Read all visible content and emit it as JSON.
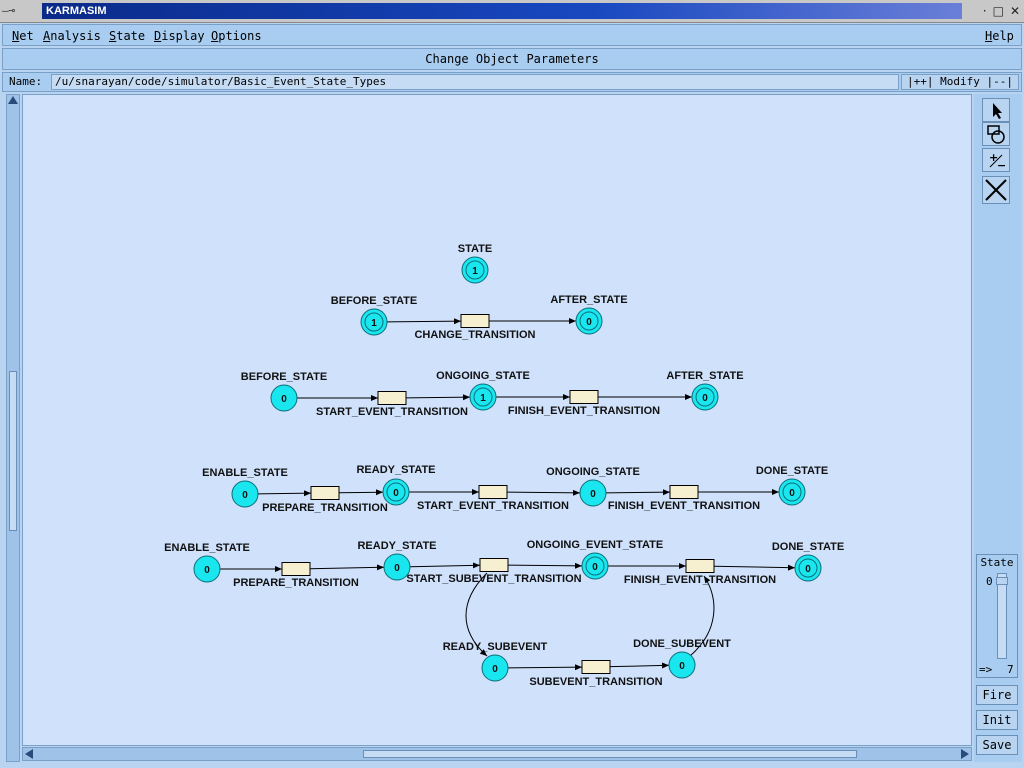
{
  "window": {
    "title": "KARMASIM"
  },
  "menu": {
    "net": "Net",
    "analysis": "Analysis",
    "state": "State",
    "display": "Display",
    "options": "Options",
    "help": "Help"
  },
  "banner": "Change Object Parameters",
  "namebar": {
    "label": "Name:",
    "path": "/u/snarayan/code/simulator/Basic_Event_State_Types",
    "modify": "|++| Modify |--|"
  },
  "controls": {
    "state_label": "State",
    "state_value": "0",
    "arrow": "=>",
    "max": "7",
    "fire": "Fire",
    "init": "Init",
    "save": "Save"
  },
  "colors": {
    "place": "#19e6ee",
    "transition": "#f7f0d0",
    "canvas": "#cfe1fb"
  },
  "net": {
    "places": [
      {
        "id": "p1",
        "label": "STATE",
        "tokens": "1"
      },
      {
        "id": "p2",
        "label": "BEFORE_STATE",
        "tokens": "1"
      },
      {
        "id": "p3",
        "label": "AFTER_STATE",
        "tokens": "0"
      },
      {
        "id": "p4",
        "label": "BEFORE_STATE",
        "tokens": "0"
      },
      {
        "id": "p5",
        "label": "ONGOING_STATE",
        "tokens": "1"
      },
      {
        "id": "p6",
        "label": "AFTER_STATE",
        "tokens": "0"
      },
      {
        "id": "p7",
        "label": "ENABLE_STATE",
        "tokens": "0"
      },
      {
        "id": "p8",
        "label": "READY_STATE",
        "tokens": "0"
      },
      {
        "id": "p9",
        "label": "ONGOING_STATE",
        "tokens": "0"
      },
      {
        "id": "p10",
        "label": "DONE_STATE",
        "tokens": "0"
      },
      {
        "id": "p11",
        "label": "ENABLE_STATE",
        "tokens": "0"
      },
      {
        "id": "p12",
        "label": "READY_STATE",
        "tokens": "0"
      },
      {
        "id": "p13",
        "label": "ONGOING_EVENT_STATE",
        "tokens": "0"
      },
      {
        "id": "p14",
        "label": "DONE_STATE",
        "tokens": "0"
      },
      {
        "id": "p15",
        "label": "READY_SUBEVENT",
        "tokens": "0"
      },
      {
        "id": "p16",
        "label": "DONE_SUBEVENT",
        "tokens": "0"
      }
    ],
    "transitions": [
      {
        "id": "t1",
        "label": "CHANGE_TRANSITION"
      },
      {
        "id": "t2",
        "label": "START_EVENT_TRANSITION"
      },
      {
        "id": "t3",
        "label": "FINISH_EVENT_TRANSITION"
      },
      {
        "id": "t4",
        "label": "PREPARE_TRANSITION"
      },
      {
        "id": "t5",
        "label": "START_EVENT_TRANSITION"
      },
      {
        "id": "t6",
        "label": "FINISH_EVENT_TRANSITION"
      },
      {
        "id": "t7",
        "label": "PREPARE_TRANSITION"
      },
      {
        "id": "t8",
        "label": "START_SUBEVENT_TRANSITION"
      },
      {
        "id": "t9",
        "label": "FINISH_EVENT_TRANSITION"
      },
      {
        "id": "t10",
        "label": "SUBEVENT_TRANSITION"
      }
    ]
  }
}
